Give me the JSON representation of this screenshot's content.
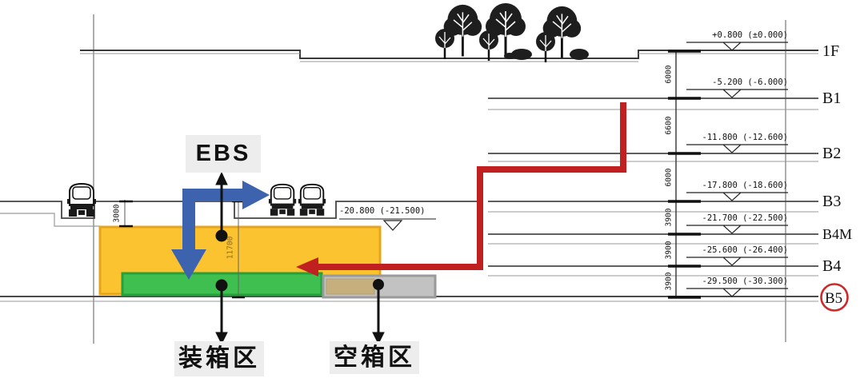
{
  "drawing": {
    "ebs_label": "EBS",
    "packing_zone_label": "装箱区",
    "empty_box_zone_label": "空箱区",
    "platform_elevation": "-20.800 (-21.500)",
    "dock_height_dim": "3000",
    "shaft_height_dim": "11700",
    "levels": [
      {
        "name": "1F",
        "elevation": "+0.800 (±0.000)",
        "height_below": "6000"
      },
      {
        "name": "B1",
        "elevation": "-5.200 (-6.000)",
        "height_below": "6600"
      },
      {
        "name": "B2",
        "elevation": "-11.800 (-12.600)",
        "height_below": "6000"
      },
      {
        "name": "B3",
        "elevation": "-17.800 (-18.600)",
        "height_below": "3900"
      },
      {
        "name": "B4M",
        "elevation": "-21.700 (-22.500)",
        "height_below": "3900"
      },
      {
        "name": "B4",
        "elevation": "-25.600 (-26.400)",
        "height_below": "3900"
      },
      {
        "name": "B5",
        "elevation": "-29.500 (-30.300)"
      }
    ],
    "colors": {
      "ebs_area": "#FBC330",
      "ebs_area_border": "#E9A31B",
      "packing_zone": "#3FBF4F",
      "packing_zone_border": "#23A23C",
      "empty_box_zone": "#C2C2C2",
      "empty_box_zone_border": "#9A9A9A",
      "empty_box_inner": "#C6AF7D",
      "flow_blue": "#3D63AE",
      "flow_red": "#C02020",
      "b5_circle": "#CC2A2A"
    }
  }
}
